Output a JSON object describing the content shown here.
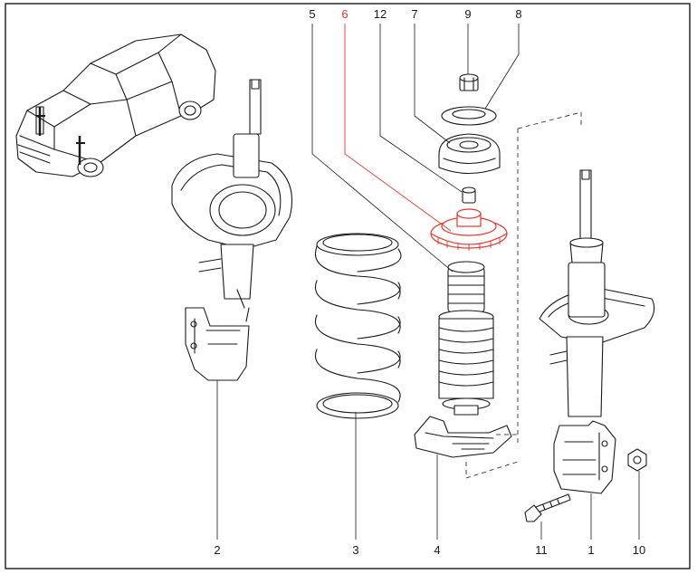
{
  "diagram": {
    "highlight_color": "#e8332a",
    "highlighted_callout": "6",
    "callouts_top": [
      "5",
      "6",
      "12",
      "7",
      "9",
      "8"
    ],
    "callouts_bottom": [
      "2",
      "3",
      "4",
      "11",
      "1",
      "10"
    ]
  }
}
